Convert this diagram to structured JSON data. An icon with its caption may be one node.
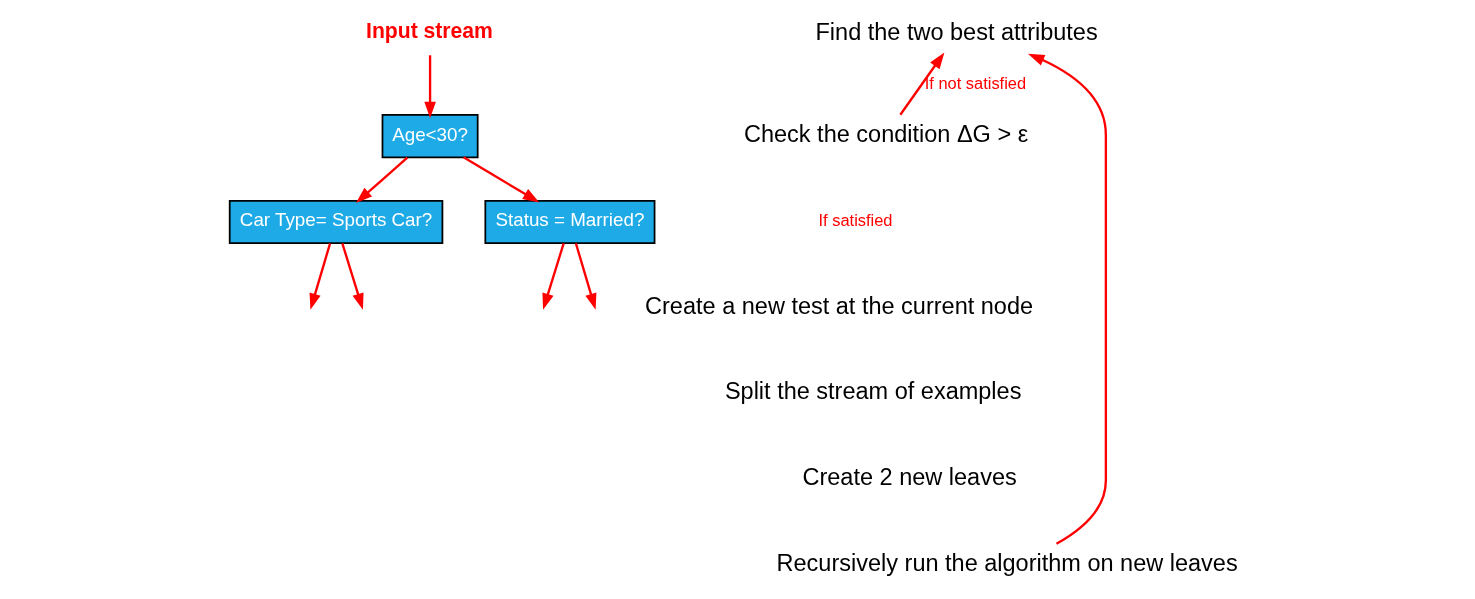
{
  "diagram": {
    "nodes": [
      {
        "text": [
          "Input stream"
        ]
      },
      {
        "text": [
          "Age<30?"
        ]
      },
      {
        "text": [
          "Car Type= Sports Car?"
        ]
      },
      {
        "text": [
          "Status = Married?"
        ]
      },
      {
        "text": [
          "Find the two best attributes"
        ]
      },
      {
        "text": [
          "Check the condition ΔG > ε"
        ]
      },
      {
        "text": [
          "Recursively run the algorithm on new leaves"
        ]
      }
    ],
    "edges": [
      {
        "from": 0,
        "to": 1,
        "arrow": "to"
      },
      {
        "from": 1,
        "to": 2,
        "arrow": "to"
      },
      {
        "from": 1,
        "to": 3,
        "arrow": "to"
      },
      {
        "from": 2,
        "to": null,
        "arrow": "to"
      },
      {
        "from": 2,
        "to": null,
        "arrow": "to"
      },
      {
        "from": 3,
        "to": null,
        "arrow": "to"
      },
      {
        "from": 3,
        "to": null,
        "arrow": "to"
      },
      {
        "from": 5,
        "to": 4,
        "arrow": "to",
        "label": "If not satisfied"
      },
      {
        "from": 6,
        "to": 4,
        "arrow": "to"
      }
    ],
    "labels": [
      "If satisfied",
      "Create a new test at the current node",
      "Split the stream of examples",
      "Create 2 new leaves"
    ]
  }
}
